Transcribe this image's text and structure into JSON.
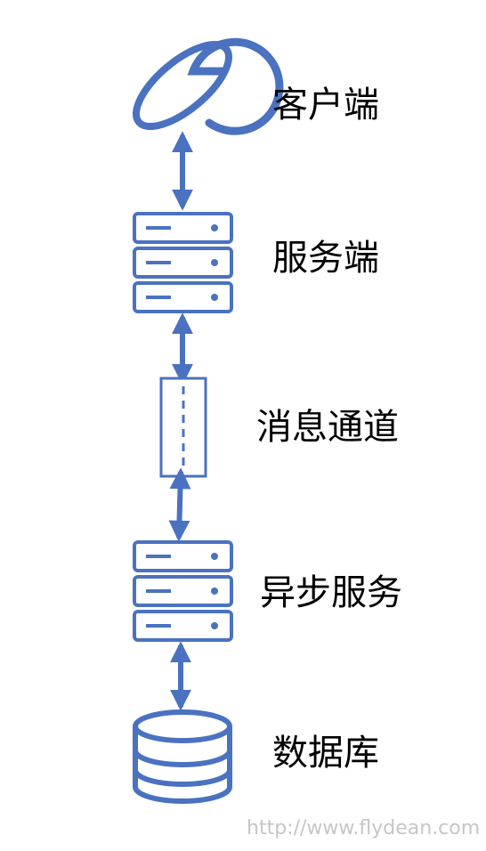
{
  "nodes": {
    "client": "客户端",
    "server": "服务端",
    "channel": "消息通道",
    "async_service": "异步服务",
    "database": "数据库"
  },
  "watermark": "http://www.flydean.com",
  "colors": {
    "stroke": "#4a72c0",
    "text": "#000000",
    "watermark": "#c6c6c6",
    "background": "#ffffff"
  },
  "icons": {
    "client": "globe-icon",
    "server": "server-stack-icon",
    "channel": "message-channel-icon",
    "async_service": "server-stack-icon",
    "database": "database-icon"
  }
}
